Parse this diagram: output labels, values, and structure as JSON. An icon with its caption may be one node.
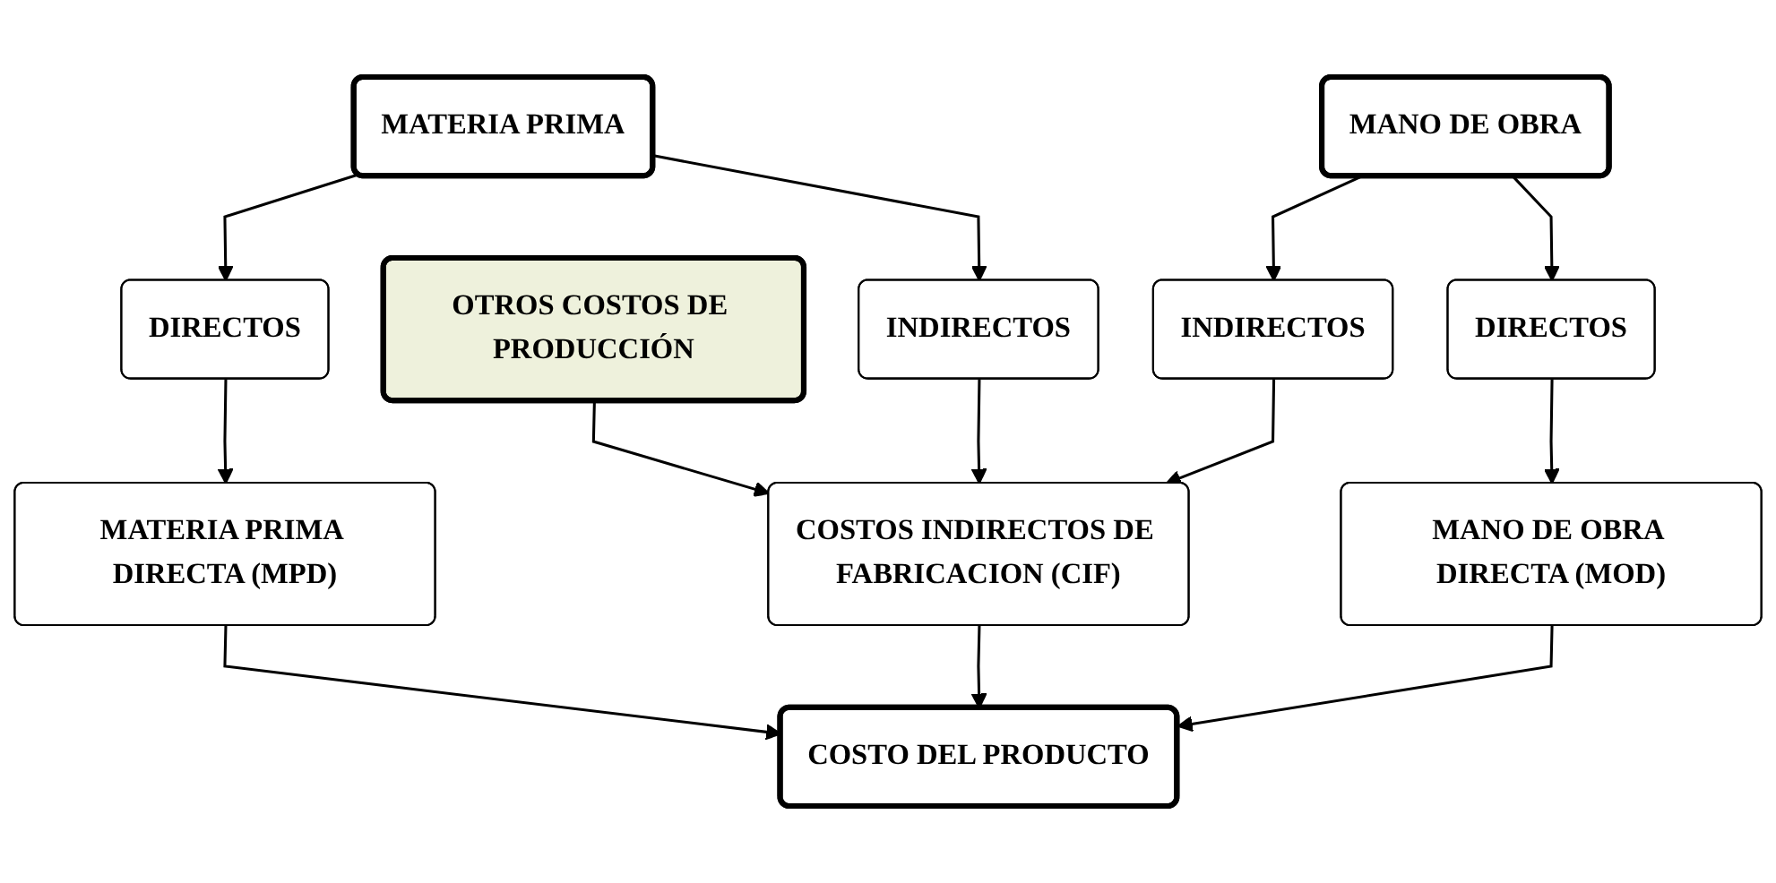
{
  "diagram": {
    "nodes": [
      {
        "text": [
          "OTROS COSTOS DE PRODUCCIÓN"
        ]
      },
      {
        "text": [
          "MATERIA PRIMA"
        ]
      },
      {
        "text": [
          "MANO DE OBRA"
        ]
      },
      {
        "text": [
          "DIRECTOS"
        ]
      },
      {
        "text": [
          "INDIRECTOS"
        ]
      },
      {
        "text": [
          "INDIRECTOS"
        ]
      },
      {
        "text": [
          "DIRECTOS"
        ]
      },
      {
        "text": [
          "MATERIA PRIMA DIRECTA (MPD)"
        ]
      },
      {
        "text": [
          "COSTOS INDIRECTOS DE FABRICACION (CIF)"
        ]
      },
      {
        "text": [
          "MANO DE OBRA DIRECTA (MOD)"
        ]
      },
      {
        "text": [
          "COSTO DEL PRODUCTO"
        ]
      }
    ],
    "edges": [
      {
        "from": 1,
        "to": 3,
        "arrow": "to"
      },
      {
        "from": 1,
        "to": 4,
        "arrow": "to"
      },
      {
        "from": 0,
        "to": 8,
        "arrow": "to"
      },
      {
        "from": 2,
        "to": 5,
        "arrow": "to"
      },
      {
        "from": 2,
        "to": 6,
        "arrow": "to"
      },
      {
        "from": 3,
        "to": 7,
        "arrow": "to"
      },
      {
        "from": 4,
        "to": 8,
        "arrow": "to"
      },
      {
        "from": 5,
        "to": 8,
        "arrow": "to"
      },
      {
        "from": 6,
        "to": 9,
        "arrow": "to"
      },
      {
        "from": 7,
        "to": 10,
        "arrow": "to"
      },
      {
        "from": 8,
        "to": 10,
        "arrow": "to"
      },
      {
        "from": 9,
        "to": 10,
        "arrow": "to"
      }
    ]
  }
}
